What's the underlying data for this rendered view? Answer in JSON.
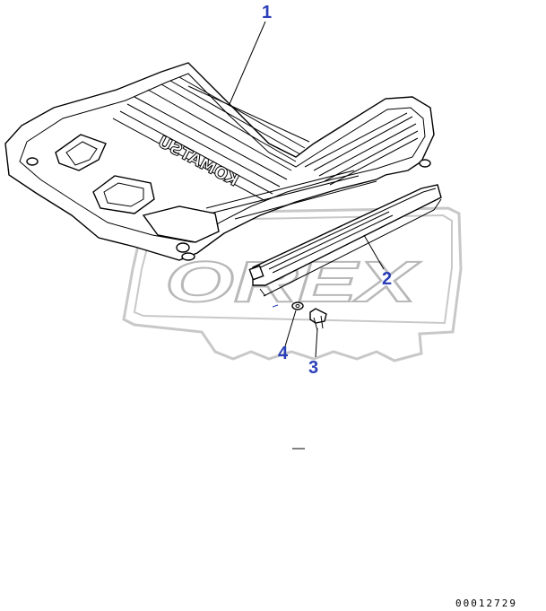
{
  "callouts": {
    "part_1": "1",
    "part_2": "2",
    "part_3": "3",
    "part_4": "4"
  },
  "brand_text": "KOMATSU",
  "watermark_text": "OREX",
  "document_number": "00012729",
  "colors": {
    "callout": "#2a3fb8",
    "line": "#000000",
    "watermark": "#b8b8b8"
  }
}
